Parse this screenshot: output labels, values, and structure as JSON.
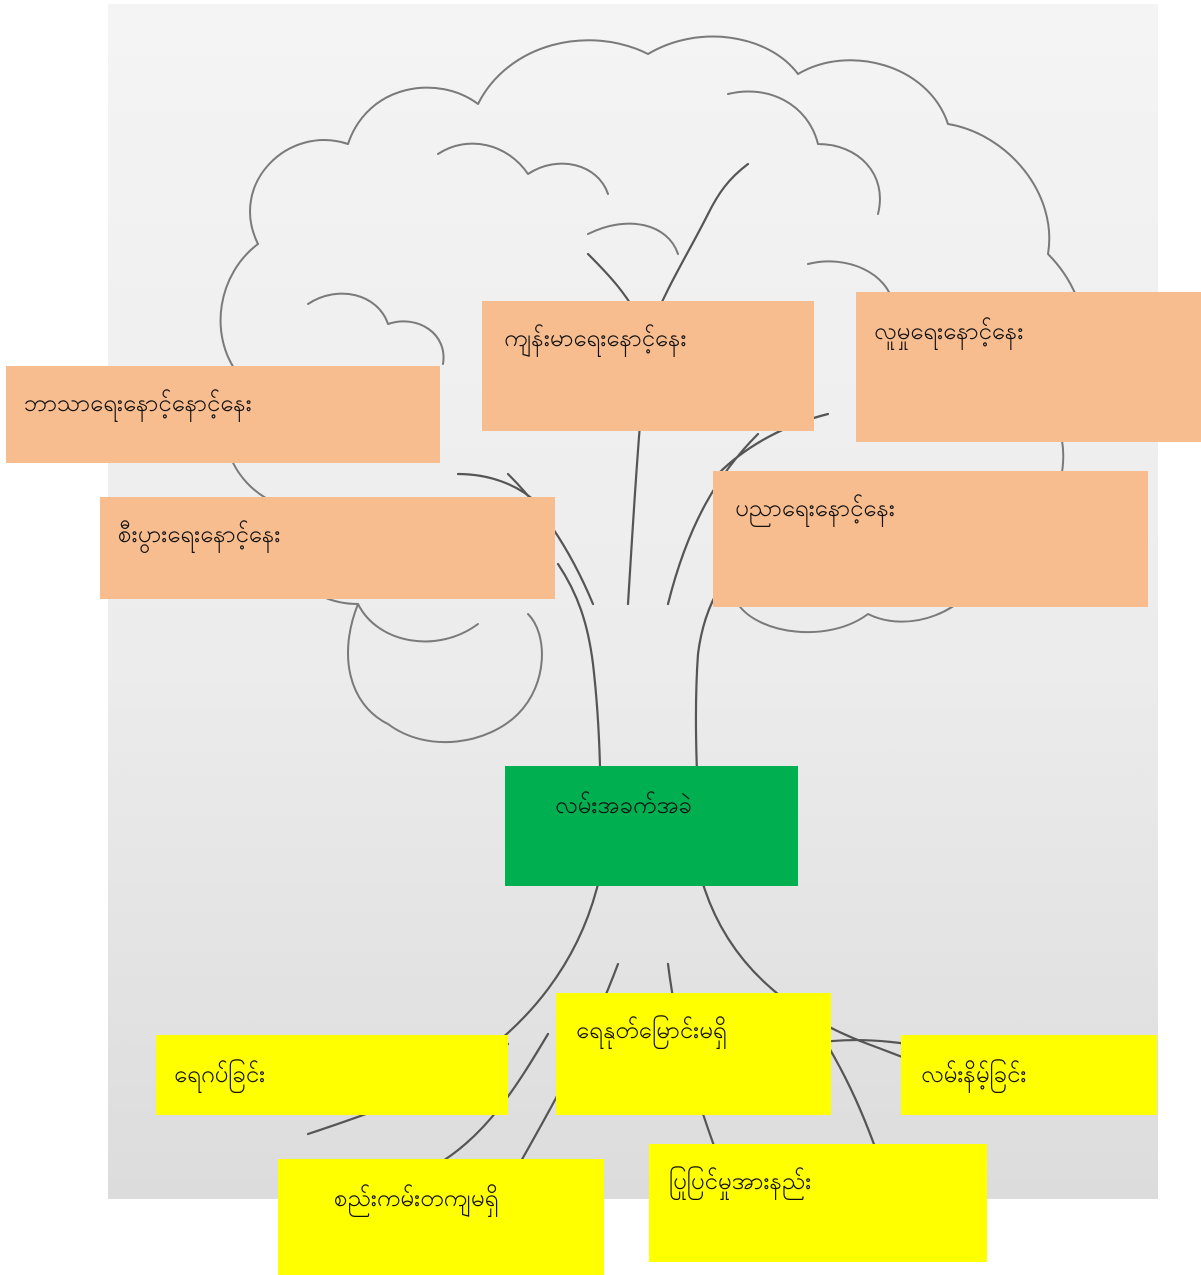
{
  "colors": {
    "branch_box": "#f8bd8f",
    "trunk_box": "#00b050",
    "root_box": "#ffff00",
    "pencil": "#555555"
  },
  "illustration": "pencil-drawn-tree",
  "branches": {
    "religion": "ဘာသာရေးနောင့်နောင့်နေး",
    "health": "ကျန်းမာရေးနောင့်နေး",
    "social": "လူမှုရေးနောင့်နေး",
    "economy": "စီးပွားရေးနောင့်နေး",
    "education": "ပညာရေးနောင့်နေး"
  },
  "trunk": {
    "label": "လမ်းအခက်အခဲ"
  },
  "roots": {
    "flooding": "ရေဂပ်ခြင်း",
    "drainage": "ရေနုတ်မြောင်းမရှိ",
    "low_road": "လမ်းနိမ့်ခြင်း",
    "no_plan": "စည်းကမ်းတကျမရှိ",
    "weak_maintenance": "ပြုပြင်မှုအားနည်း"
  }
}
